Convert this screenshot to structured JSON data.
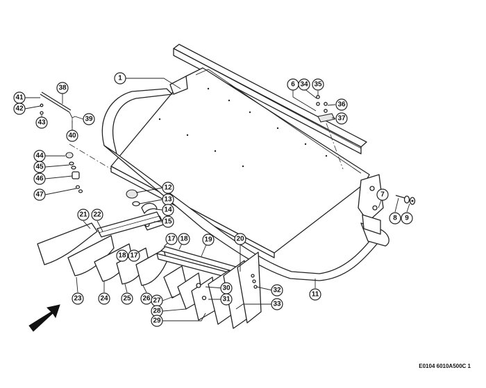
{
  "drawing": {
    "reference_code": "E0104 6010A500C 1",
    "callouts": [
      {
        "id": "c1",
        "label": "1"
      },
      {
        "id": "c6",
        "label": "6"
      },
      {
        "id": "c7",
        "label": "7"
      },
      {
        "id": "c8",
        "label": "8"
      },
      {
        "id": "c9",
        "label": "9"
      },
      {
        "id": "c11",
        "label": "11"
      },
      {
        "id": "c12",
        "label": "12"
      },
      {
        "id": "c13",
        "label": "13"
      },
      {
        "id": "c14",
        "label": "14"
      },
      {
        "id": "c15",
        "label": "15"
      },
      {
        "id": "c17a",
        "label": "17"
      },
      {
        "id": "c17b",
        "label": "17"
      },
      {
        "id": "c18a",
        "label": "18"
      },
      {
        "id": "c18b",
        "label": "18"
      },
      {
        "id": "c19",
        "label": "19"
      },
      {
        "id": "c20",
        "label": "20"
      },
      {
        "id": "c21",
        "label": "21"
      },
      {
        "id": "c22",
        "label": "22"
      },
      {
        "id": "c23",
        "label": "23"
      },
      {
        "id": "c24",
        "label": "24"
      },
      {
        "id": "c25",
        "label": "25"
      },
      {
        "id": "c26",
        "label": "26"
      },
      {
        "id": "c27",
        "label": "27"
      },
      {
        "id": "c28",
        "label": "28"
      },
      {
        "id": "c29",
        "label": "29"
      },
      {
        "id": "c30",
        "label": "30"
      },
      {
        "id": "c31",
        "label": "31"
      },
      {
        "id": "c32",
        "label": "32"
      },
      {
        "id": "c33",
        "label": "33"
      },
      {
        "id": "c34",
        "label": "34"
      },
      {
        "id": "c35",
        "label": "35"
      },
      {
        "id": "c36",
        "label": "36"
      },
      {
        "id": "c37",
        "label": "37"
      },
      {
        "id": "c38",
        "label": "38"
      },
      {
        "id": "c39",
        "label": "39"
      },
      {
        "id": "c40",
        "label": "40"
      },
      {
        "id": "c41",
        "label": "41"
      },
      {
        "id": "c42",
        "label": "42"
      },
      {
        "id": "c43",
        "label": "43"
      },
      {
        "id": "c44",
        "label": "44"
      },
      {
        "id": "c45",
        "label": "45"
      },
      {
        "id": "c46",
        "label": "46"
      },
      {
        "id": "c47",
        "label": "47"
      }
    ]
  }
}
